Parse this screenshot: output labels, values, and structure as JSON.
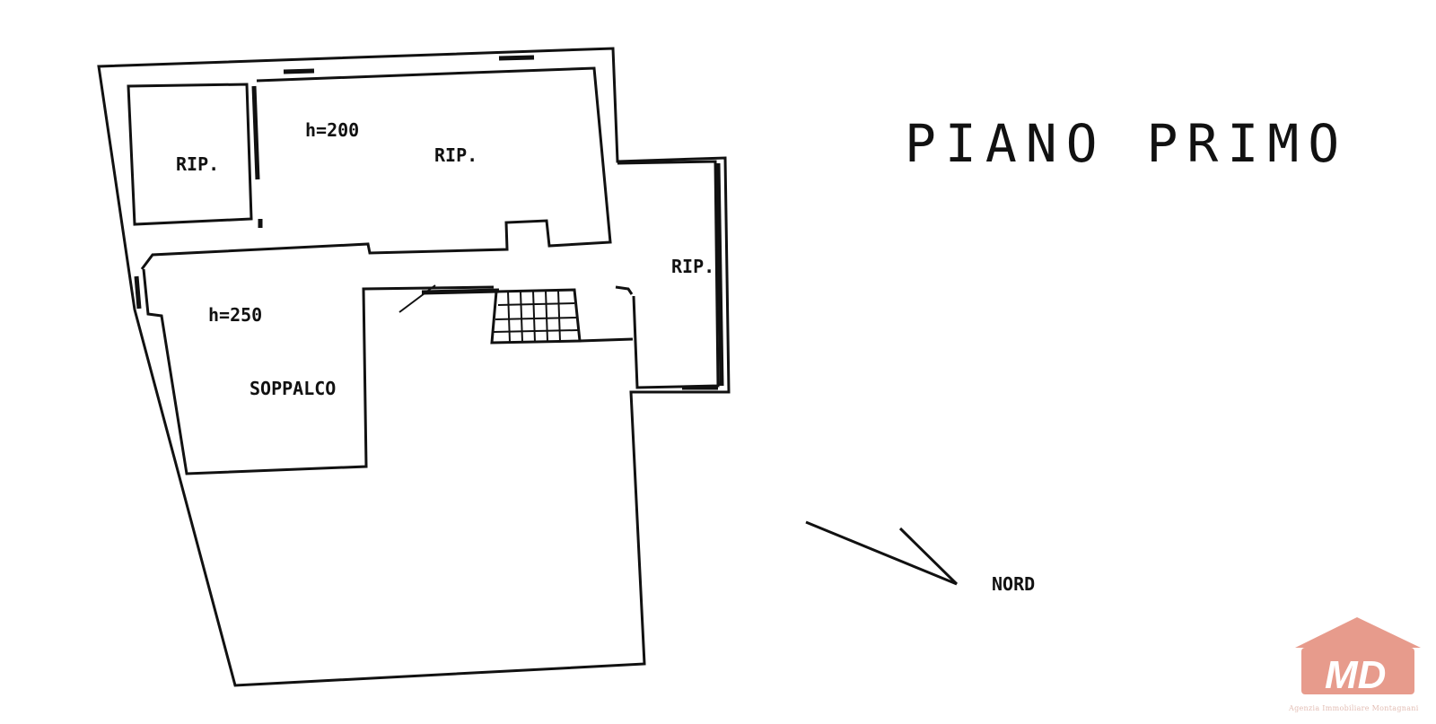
{
  "title": "PIANO PRIMO",
  "rooms": {
    "rip_top_left": "RIP.",
    "rip_top_center": "RIP.",
    "rip_right": "RIP.",
    "height_top": "h=200",
    "height_mezzanine": "h=250",
    "mezzanine": "SOPPALCO"
  },
  "compass": {
    "label": "NORD"
  },
  "logo": {
    "initials": "MD",
    "tagline": "Agenzia Immobiliare Montagnani",
    "color": "#e07a66"
  }
}
